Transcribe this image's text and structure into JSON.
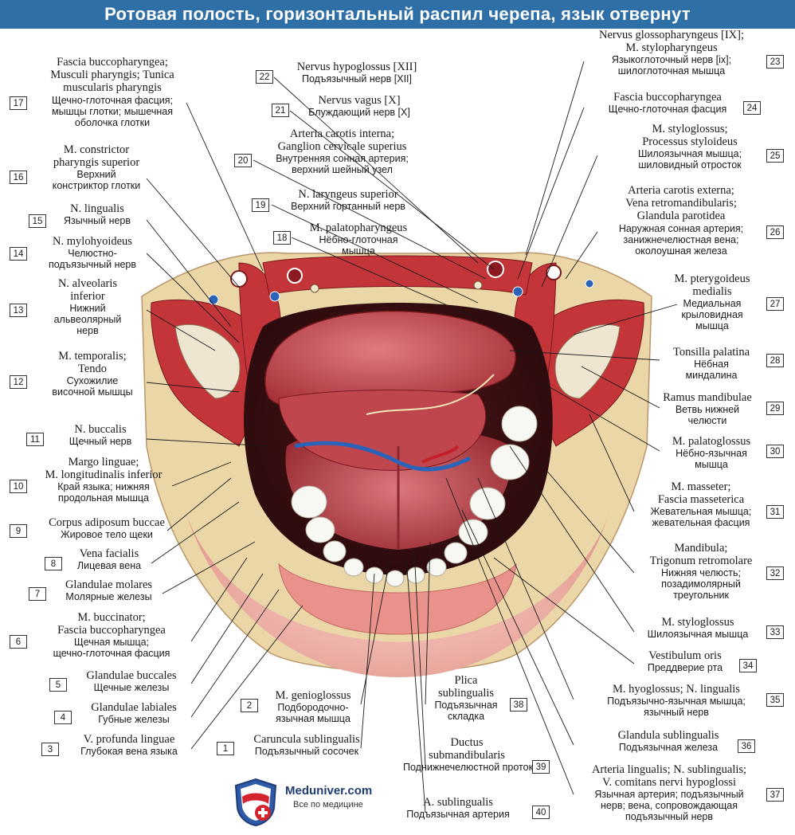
{
  "title": "Ротовая полость, горизонтальный распил черепа, язык отвернут",
  "colors": {
    "title_bg": "#2f6fa8",
    "muscle": "#c4353a",
    "fat": "#ead6a6",
    "skin": "#f0b0a8",
    "teeth": "#f7f7f3",
    "tongue": "#c8555d",
    "vein": "#2b63b8"
  },
  "labels": [
    {
      "num": "1",
      "la": "Caruncula sublingualis",
      "ru": "Подъязычный сосочек"
    },
    {
      "num": "2",
      "la": "M. genioglossus",
      "ru": "Подбородочно-\nязычная мышца"
    },
    {
      "num": "3",
      "la": "V. profunda linguae",
      "ru": "Глубокая вена языка"
    },
    {
      "num": "4",
      "la": "Glandulae labiales",
      "ru": "Губные железы"
    },
    {
      "num": "5",
      "la": "Glandulae buccales",
      "ru": "Щечные железы"
    },
    {
      "num": "6",
      "la": "M. buccinator;\nFascia buccopharyngea",
      "ru": "Щечная мышца;\nщечно-глоточная фасция"
    },
    {
      "num": "7",
      "la": "Glandulae molares",
      "ru": "Молярные железы"
    },
    {
      "num": "8",
      "la": "Vena facialis",
      "ru": "Лицевая вена"
    },
    {
      "num": "9",
      "la": "Corpus adiposum buccae",
      "ru": "Жировое тело щеки"
    },
    {
      "num": "10",
      "la": "Margo linguae;\nM. longitudinalis inferior",
      "ru": "Край языка; нижняя\nпродольная мышца"
    },
    {
      "num": "11",
      "la": "N. buccalis",
      "ru": "Щечный нерв"
    },
    {
      "num": "12",
      "la": "M. temporalis;\nTendo",
      "ru": "Сухожилие\nвисочной мышцы"
    },
    {
      "num": "13",
      "la": "N. alveolaris\ninferior",
      "ru": "Нижний\nальвеолярный\nнерв"
    },
    {
      "num": "14",
      "la": "N. mylohyoideus",
      "ru": "Челюстно-\nподъязычный нерв"
    },
    {
      "num": "15",
      "la": "N. lingualis",
      "ru": "Язычный нерв"
    },
    {
      "num": "16",
      "la": "M. constrictor\npharyngis superior",
      "ru": "Верхний\nконстриктор глотки"
    },
    {
      "num": "17",
      "la": "Fascia buccopharyngea;\nMusculi pharyngis; Tunica\nmuscularis pharyngis",
      "ru": "Щечно-глоточная фасция;\nмышцы глотки; мышечная\nоболочка глотки"
    },
    {
      "num": "18",
      "la": "M. palatopharyngeus",
      "ru": "Нёбно-глоточная\nмышца"
    },
    {
      "num": "19",
      "la": "N. laryngeus superior",
      "ru": "Верхний гортанный нерв"
    },
    {
      "num": "20",
      "la": "Arteria carotis interna;\nGanglion cervicale superius",
      "ru": "Внутренняя сонная артерия;\nверхний шейный узел"
    },
    {
      "num": "21",
      "la": "Nervus vagus [X]",
      "ru": "Блуждающий нерв [X]"
    },
    {
      "num": "22",
      "la": "Nervus hypoglossus [XII]",
      "ru": "Подъязычный нерв [XII]"
    },
    {
      "num": "23",
      "la": "Nervus glossopharyngeus [IX];\nM. stylopharyngeus",
      "ru": "Языкоглоточный нерв [ix];\nшилоглоточная мышца"
    },
    {
      "num": "24",
      "la": "Fascia buccopharyngea",
      "ru": "Щечно-глоточная фасция"
    },
    {
      "num": "25",
      "la": "M. styloglossus;\nProcessus styloideus",
      "ru": "Шилоязычная мышца;\nшиловидный отросток"
    },
    {
      "num": "26",
      "la": "Arteria carotis externa;\nVena retromandibularis;\nGlandula parotidea",
      "ru": "Наружная сонная артерия;\nзанижнечелюстная вена;\nоколоушная железа"
    },
    {
      "num": "27",
      "la": "M. pterygoideus\nmedialis",
      "ru": "Медиальная\nкрыловидная\nмышца"
    },
    {
      "num": "28",
      "la": "Tonsilla palatina",
      "ru": "Нёбная\nминдалина"
    },
    {
      "num": "29",
      "la": "Ramus mandibulae",
      "ru": "Ветвь нижней\nчелюсти"
    },
    {
      "num": "30",
      "la": "M. palatoglossus",
      "ru": "Нёбно-язычная\nмышца"
    },
    {
      "num": "31",
      "la": "M. masseter;\nFascia masseterica",
      "ru": "Жевательная мышца;\nжевательная фасция"
    },
    {
      "num": "32",
      "la": "Mandibula;\nTrigonum retromolare",
      "ru": "Нижняя челюсть;\nпозадимолярный\nтреугольник"
    },
    {
      "num": "33",
      "la": "M. styloglossus",
      "ru": "Шилоязычная мышца"
    },
    {
      "num": "34",
      "la": "Vestibulum oris",
      "ru": "Преддверие рта"
    },
    {
      "num": "35",
      "la": "M. hyoglossus; N. lingualis",
      "ru": "Подъязычно-язычная мышца;\nязычный нерв"
    },
    {
      "num": "36",
      "la": "Glandula sublingualis",
      "ru": "Подъязычная железа"
    },
    {
      "num": "37",
      "la": "Arteria lingualis; N. sublingualis;\nV. comitans nervi hypoglossi",
      "ru": "Язычная артерия; подъязычный\nнерв; вена, сопровождающая\nподъязычный нерв"
    },
    {
      "num": "38",
      "la": "Plica\nsublingualis",
      "ru": "Подъязычная\nскладка"
    },
    {
      "num": "39",
      "la": "Ductus\nsubmandibularis",
      "ru": "Поднижнечелюстной\nпроток"
    },
    {
      "num": "40",
      "la": "A. sublingualis",
      "ru": "Подъязычная артерия"
    }
  ],
  "logo": {
    "brand": "Meduniver.com",
    "tagline": "Все по медицине"
  }
}
